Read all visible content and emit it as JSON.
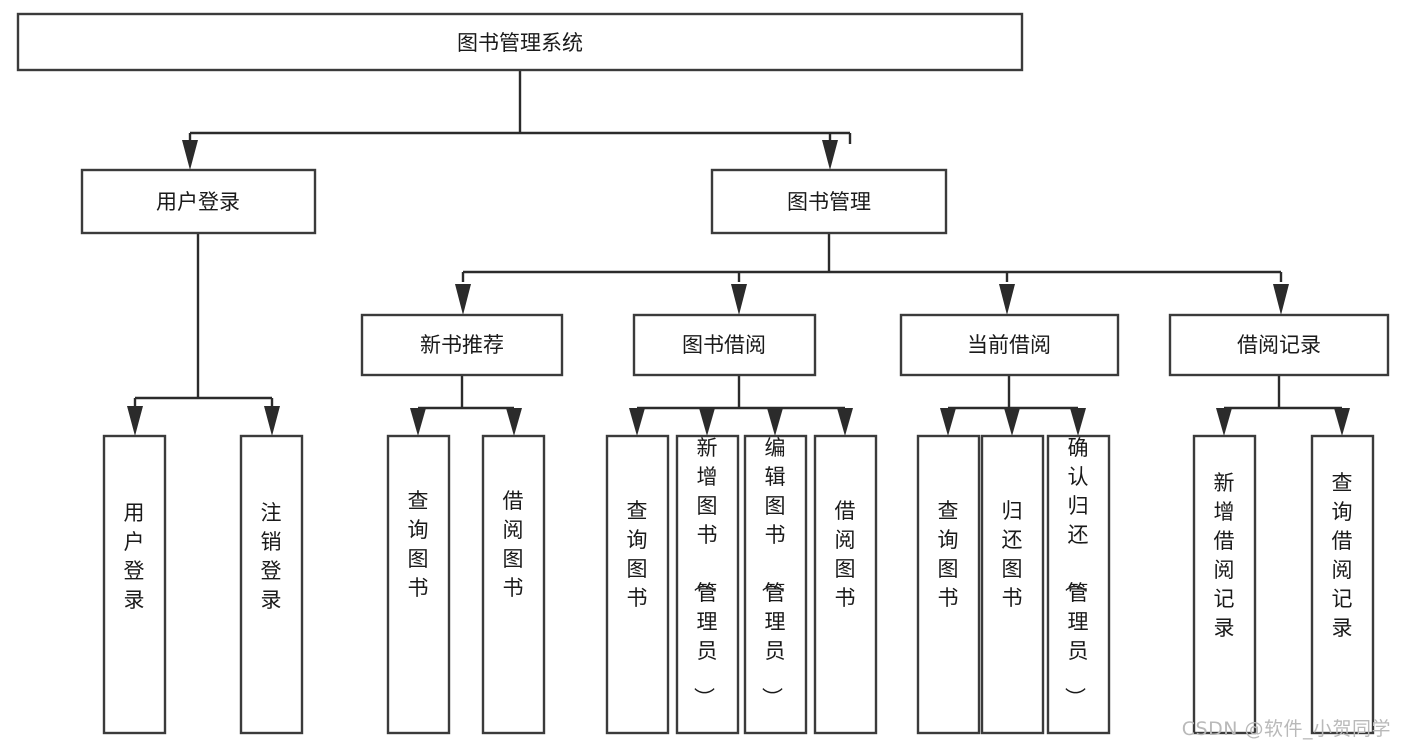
{
  "diagram": {
    "type": "tree-hierarchy",
    "title": "图书管理系统",
    "watermark": "CSDN @软件_小贺同学",
    "colors": {
      "background": "#ffffff",
      "box_stroke": "#3b3b3b",
      "connector": "#2b2b2b",
      "text": "#1a1a1a",
      "watermark": "#b9b9b9"
    },
    "root": {
      "label": "图书管理系统"
    },
    "level2": [
      {
        "label": "用户登录"
      },
      {
        "label": "图书管理"
      }
    ],
    "level3": [
      {
        "label": "新书推荐"
      },
      {
        "label": "图书借阅"
      },
      {
        "label": "当前借阅"
      },
      {
        "label": "借阅记录"
      }
    ],
    "leaves": {
      "user_login": [
        {
          "label": "用户登录"
        },
        {
          "label": "注销登录"
        }
      ],
      "new_book_recommend": [
        {
          "label": "查询图书"
        },
        {
          "label": "借阅图书"
        }
      ],
      "book_borrow": [
        {
          "label": "查询图书"
        },
        {
          "label": "新增图书（管理员）"
        },
        {
          "label": "编辑图书（管理员）"
        },
        {
          "label": "借阅图书"
        }
      ],
      "current_borrow": [
        {
          "label": "查询图书"
        },
        {
          "label": "归还图书"
        },
        {
          "label": "确认归还（管理员）"
        }
      ],
      "borrow_record": [
        {
          "label": "新增借阅记录"
        },
        {
          "label": "查询借阅记录"
        }
      ]
    }
  }
}
